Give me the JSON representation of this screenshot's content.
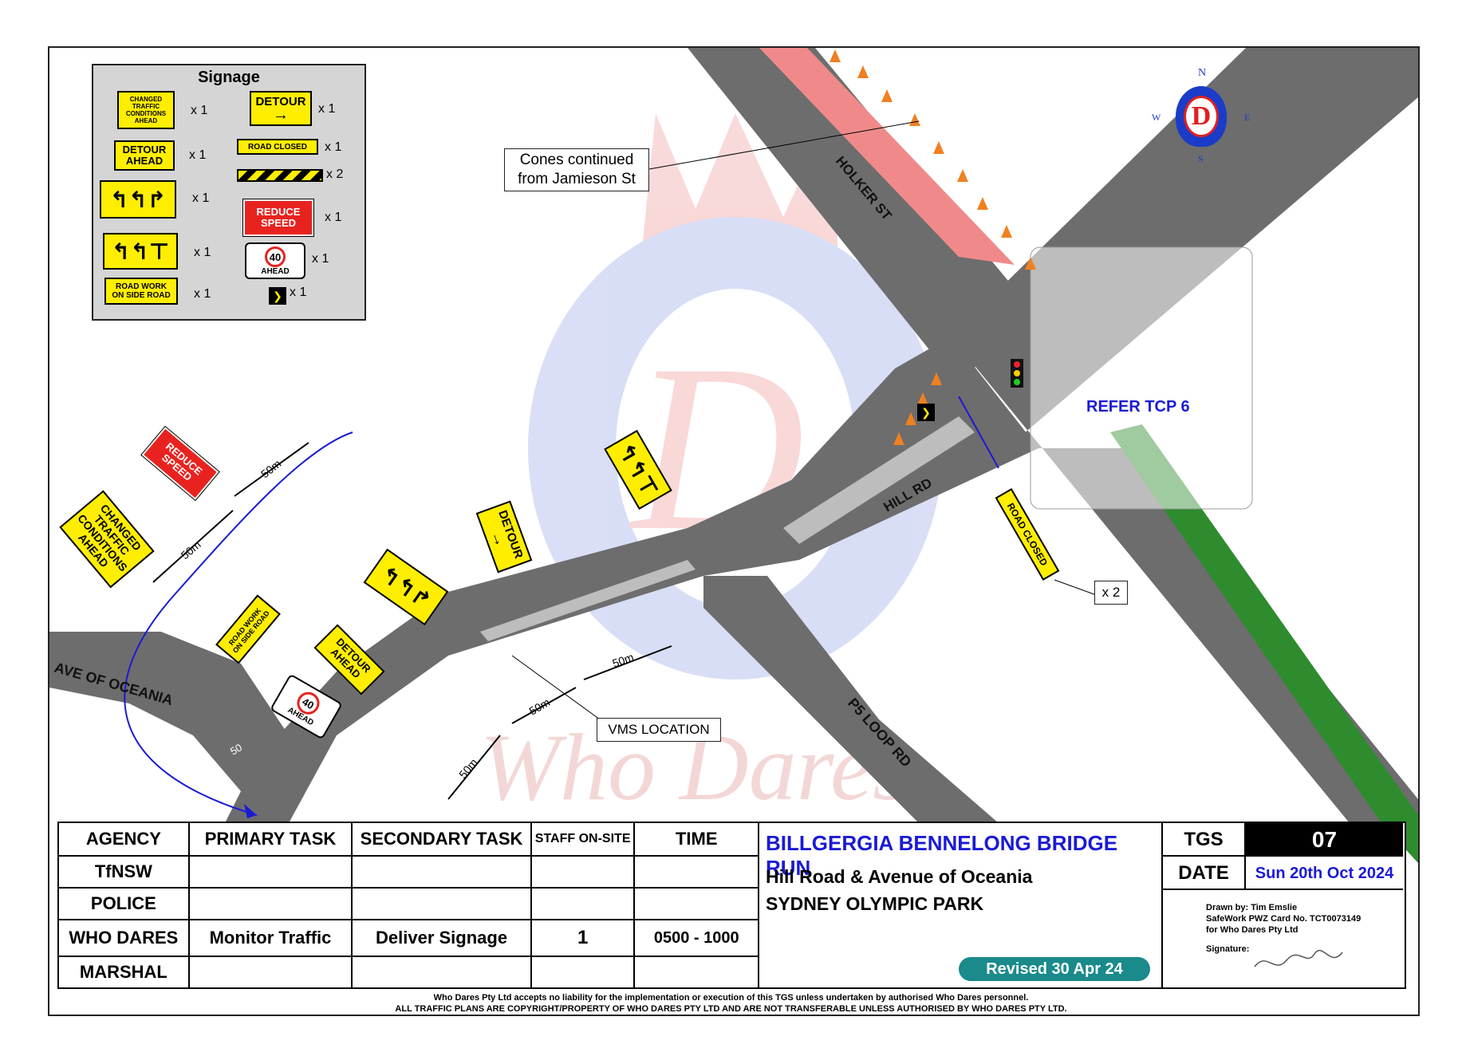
{
  "legend": {
    "title": "Signage",
    "items": [
      {
        "sign": "CHANGED TRAFFIC CONDITIONS AHEAD",
        "qty": "x 1"
      },
      {
        "sign": "DETOUR",
        "qty": "x 1"
      },
      {
        "sign": "DETOUR AHEAD",
        "qty": "x 1"
      },
      {
        "sign": "ROAD CLOSED",
        "qty": "x 1"
      },
      {
        "sign": "barrier",
        "qty": "x 2"
      },
      {
        "sign": "turn-arrows-left-left-right",
        "qty": "x 1"
      },
      {
        "sign": "REDUCE SPEED",
        "qty": "x 1"
      },
      {
        "sign": "turn-arrows-left-left-straight",
        "qty": "x 1"
      },
      {
        "sign": "40 AHEAD",
        "qty": "x 1"
      },
      {
        "sign": "ROAD WORK ON SIDE ROAD",
        "qty": "x 1"
      },
      {
        "sign": "chevron",
        "qty": "x 1"
      }
    ],
    "cta_line1": "CHANGED",
    "cta_line2": "TRAFFIC",
    "cta_line3": "CONDITIONS",
    "cta_line4": "AHEAD",
    "detour": "DETOUR",
    "detour_ahead_1": "DETOUR",
    "detour_ahead_2": "AHEAD",
    "road_closed": "ROAD CLOSED",
    "reduce_1": "REDUCE",
    "reduce_2": "SPEED",
    "speed_num": "40",
    "speed_ahead": "AHEAD",
    "rwsr_1": "ROAD WORK",
    "rwsr_2": "ON SIDE ROAD"
  },
  "map": {
    "streets": {
      "holker": "HOLKER ST",
      "hill": "HILL RD",
      "ave": "AVE OF OCEANIA",
      "p5": "P5 LOOP RD"
    },
    "callouts": {
      "cones_1": "Cones continued",
      "cones_2": "from Jamieson St",
      "vms": "VMS LOCATION",
      "x2": "x 2"
    },
    "refer": "REFER TCP 6",
    "distance": "50m",
    "speed_marking": "50",
    "compass": {
      "n": "N",
      "s": "S",
      "e": "E",
      "w": "W"
    },
    "watermark": "Who Dares",
    "colors": {
      "road": "#6d6d6d",
      "cycle_lane": "#f08a8a",
      "green_median": "#2e8b2e",
      "refer": "#1a1ad6",
      "reduce_speed": "#e8231f",
      "sign_yellow": "#ffee00",
      "revised_badge": "#1a8a8a",
      "title_blue": "#1a1ad6"
    }
  },
  "table": {
    "headers": [
      "AGENCY",
      "PRIMARY TASK",
      "SECONDARY TASK",
      "STAFF ON-SITE",
      "TIME"
    ],
    "rows": [
      {
        "agency": "TfNSW",
        "primary": "",
        "secondary": "",
        "staff": "",
        "time": ""
      },
      {
        "agency": "POLICE",
        "primary": "",
        "secondary": "",
        "staff": "",
        "time": ""
      },
      {
        "agency": "WHO DARES",
        "primary": "Monitor Traffic",
        "secondary": "Deliver Signage",
        "staff": "1",
        "time": "0500 - 1000"
      },
      {
        "agency": "MARSHAL",
        "primary": "",
        "secondary": "",
        "staff": "",
        "time": ""
      }
    ]
  },
  "title": {
    "event": "BILLGERGIA BENNELONG BRIDGE RUN",
    "line2": "Hill Road & Avenue of Oceania",
    "line3": "SYDNEY OLYMPIC PARK",
    "revised": "Revised 30 Apr 24"
  },
  "tgs": {
    "label": "TGS",
    "number": "07",
    "date_label": "DATE",
    "date": "Sun 20th Oct 2024",
    "drawn_by": "Drawn by: Tim Emslie",
    "safework": "SafeWork PWZ Card No. TCT0073149",
    "for": "for Who Dares Pty Ltd",
    "signature_label": "Signature:"
  },
  "footer": {
    "line1": "Who Dares Pty Ltd accepts no liability for the implementation or execution of this TGS unless undertaken by authorised Who Dares personnel.",
    "line2": "ALL TRAFFIC PLANS ARE COPYRIGHT/PROPERTY OF WHO DARES PTY LTD AND ARE NOT TRANSFERABLE UNLESS AUTHORISED BY WHO DARES PTY LTD."
  }
}
